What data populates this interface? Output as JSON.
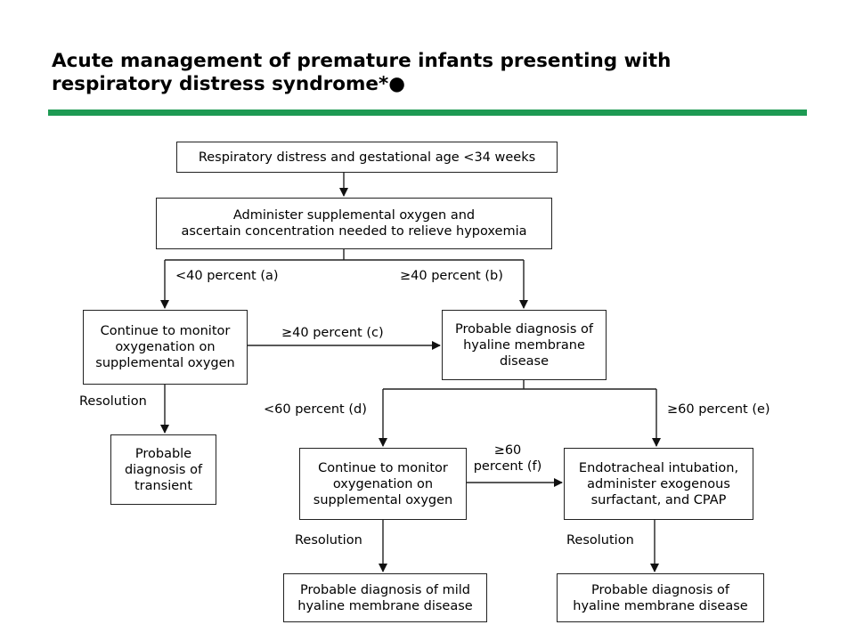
{
  "title": {
    "line1": "Acute management of premature infants presenting with",
    "line2": "respiratory distress syndrome*●"
  },
  "nodes": {
    "start": "Respiratory distress and gestational age <34 weeks",
    "oxygen": {
      "line1": "Administer supplemental oxygen and",
      "line2": "ascertain concentration needed to relieve hypoxemia"
    },
    "monitor_left": {
      "line1": "Continue to monitor",
      "line2": "oxygenation on",
      "line3": "supplemental oxygen"
    },
    "hmd_probable": {
      "line1": "Probable diagnosis of",
      "line2": "hyaline membrane",
      "line3": "disease"
    },
    "transient": {
      "line1": "Probable",
      "line2": "diagnosis of",
      "line3": "transient"
    },
    "monitor_mid": {
      "line1": "Continue to monitor",
      "line2": "oxygenation on",
      "line3": "supplemental oxygen"
    },
    "intubation": {
      "line1": "Endotracheal intubation,",
      "line2": "administer exogenous",
      "line3": "surfactant, and CPAP"
    },
    "mild_hmd": {
      "line1": "Probable diagnosis of mild",
      "line2": "hyaline membrane disease"
    },
    "hmd_final": {
      "line1": "Probable diagnosis of",
      "line2": "hyaline membrane disease"
    }
  },
  "edge_labels": {
    "a": "<40 percent (a)",
    "b": "≥40 percent (b)",
    "c": "≥40 percent (c)",
    "resolution_left": "Resolution",
    "d": "<60 percent (d)",
    "e": "≥60 percent (e)",
    "f_line1": "≥60",
    "f_line2": "percent (f)",
    "resolution_mid": "Resolution",
    "resolution_right": "Resolution"
  }
}
